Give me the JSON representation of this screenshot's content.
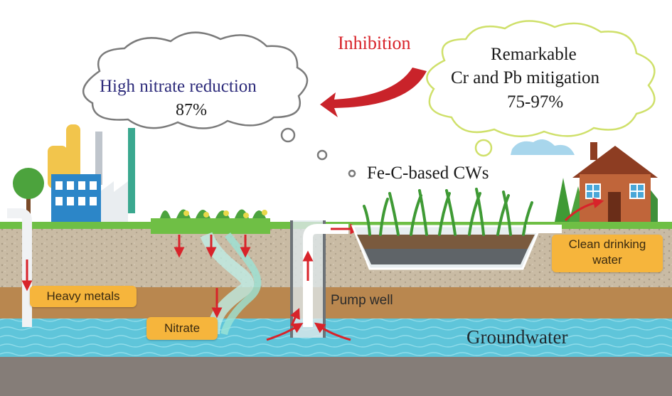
{
  "labels": {
    "inhibition": "Inhibition",
    "nitrate_cloud_line1": "High nitrate reduction",
    "nitrate_cloud_line2": "87%",
    "metal_cloud_line1": "Remarkable",
    "metal_cloud_line2": "Cr and Pb mitigation",
    "metal_cloud_line3": "75-97%",
    "cw_label": "Fe-C-based CWs",
    "clean_water_line1": "Clean drinking",
    "clean_water_line2": "water",
    "heavy_metals": "Heavy metals",
    "nitrate": "Nitrate",
    "pump_well": "Pump well",
    "groundwater": "Groundwater"
  },
  "colors": {
    "sky": "#ffffff",
    "grass": "#6fbf45",
    "topsoil": "#c9bba4",
    "clay": "#b9874f",
    "groundwater": "#5fc5da",
    "bedrock": "#857d78",
    "arrow": "#d8232a",
    "tag": "#f6b53c",
    "nitrate_text": "#2c2a7a",
    "inhibition_text": "#d8232a"
  },
  "icons": [
    "factory",
    "tree",
    "house",
    "pine-tree",
    "cloud",
    "wetland-reeds",
    "pump-pipe"
  ]
}
